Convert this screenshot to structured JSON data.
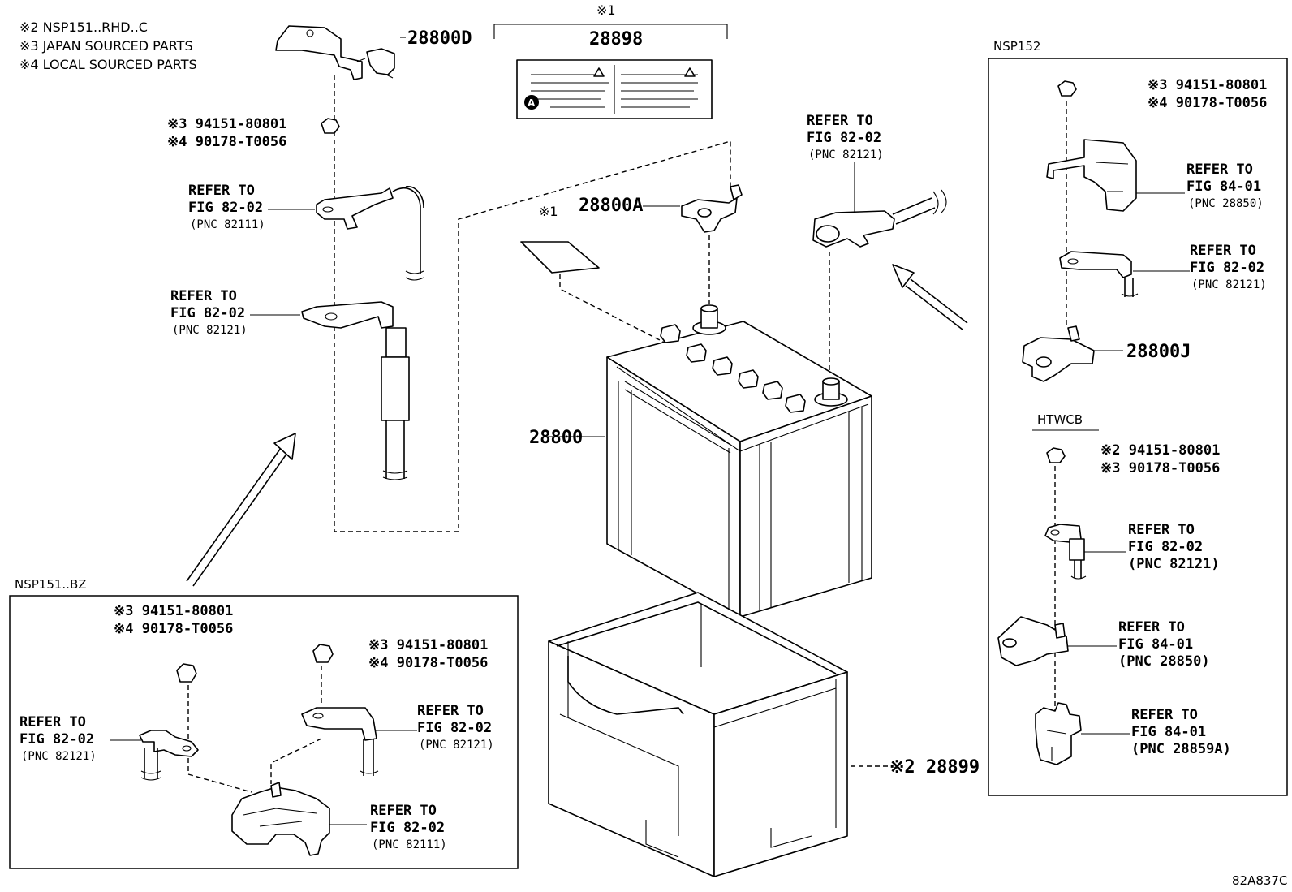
{
  "notes": [
    "※2 NSP151..RHD..C",
    "※3 JAPAN SOURCED PARTS",
    "※4 LOCAL SOURCED PARTS"
  ],
  "label_group": {
    "marker": "※1",
    "part_number": "28898",
    "symbol": "A"
  },
  "main": {
    "terminal_cover_pn": "28800D",
    "nut": {
      "line1": "※3 94151-80801",
      "line2": "※4 90178-T0056"
    },
    "refer_82111": {
      "l1": "REFER TO",
      "l2": "FIG 82-02",
      "l3": "(PNC 82111)"
    },
    "refer_82121_left": {
      "l1": "REFER TO",
      "l2": "FIG 82-02",
      "l3": "(PNC 82121)"
    },
    "refer_82121_top": {
      "l1": "REFER TO",
      "l2": "FIG 82-02",
      "l3": "(PNC 82121)"
    },
    "clamp_pn": "28800A",
    "sticker_marker": "※1",
    "battery_pn": "28800",
    "tray_pn": "※2 28899"
  },
  "nsp152": {
    "title": "NSP152",
    "nut": {
      "line1": "※3 94151-80801",
      "line2": "※4 90178-T0056"
    },
    "refer_28850": {
      "l1": "REFER TO",
      "l2": "FIG 84-01",
      "l3": "(PNC 28850)"
    },
    "refer_82121": {
      "l1": "REFER TO",
      "l2": "FIG 82-02",
      "l3": "(PNC 82121)"
    },
    "clamp_pn": "28800J"
  },
  "htwcb": {
    "title": "HTWCB",
    "nut": {
      "line1": "※2 94151-80801",
      "line2": "※3 90178-T0056"
    },
    "refer_82121": {
      "l1": "REFER TO",
      "l2": "FIG 82-02",
      "l3": "(PNC 82121)"
    },
    "refer_28850": {
      "l1": "REFER TO",
      "l2": "FIG 84-01",
      "l3": "(PNC 28850)"
    },
    "refer_28859A": {
      "l1": "REFER TO",
      "l2": "FIG 84-01",
      "l3": "(PNC 28859A)"
    }
  },
  "nsp151bz": {
    "title": "NSP151..BZ",
    "nut_left": {
      "line1": "※3 94151-80801",
      "line2": "※4 90178-T0056"
    },
    "nut_right": {
      "line1": "※3 94151-80801",
      "line2": "※4 90178-T0056"
    },
    "refer_left": {
      "l1": "REFER TO",
      "l2": "FIG 82-02",
      "l3": "(PNC 82121)"
    },
    "refer_right": {
      "l1": "REFER TO",
      "l2": "FIG 82-02",
      "l3": "(PNC 82121)"
    },
    "refer_bottom": {
      "l1": "REFER TO",
      "l2": "FIG 82-02",
      "l3": "(PNC 82111)"
    }
  },
  "figure_code": "82A837C"
}
